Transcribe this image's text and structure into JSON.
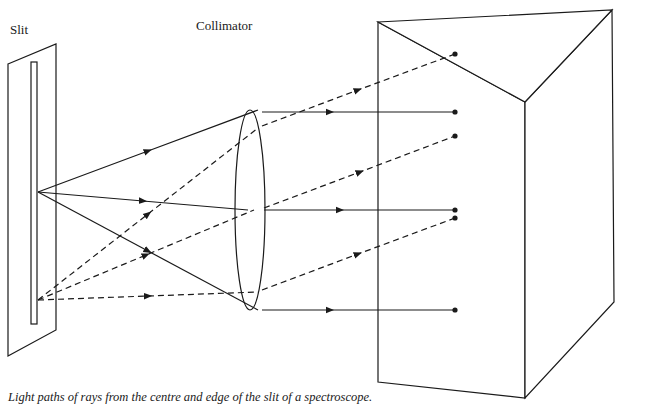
{
  "diagram": {
    "caption": "Light paths of rays from the centre and edge of the slit of a spectroscope.",
    "labels": [
      "Slit",
      "Collimator"
    ]
  }
}
